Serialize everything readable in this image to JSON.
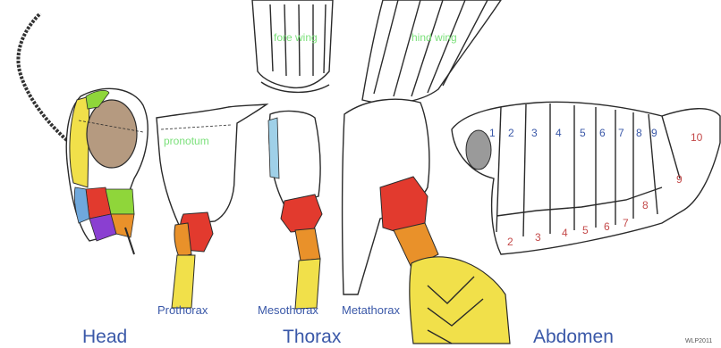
{
  "labels": {
    "head": "Head",
    "thorax": "Thorax",
    "abdomen": "Abdomen",
    "prothorax": "Prothorax",
    "mesothorax": "Mesothorax",
    "metathorax": "Metathorax",
    "pronotum": "pronotum",
    "fore_wing": "fore wing",
    "hind_wing": "hind wing",
    "credit": "WLP2011"
  },
  "tergites": [
    "1",
    "2",
    "3",
    "4",
    "5",
    "6",
    "7",
    "8",
    "9",
    "10"
  ],
  "sternites": [
    "2",
    "3",
    "4",
    "5",
    "6",
    "7",
    "8",
    "9"
  ],
  "colors": {
    "label_blue": "#3a58a8",
    "label_green": "#7be07a",
    "label_red": "#c44a4a",
    "sclerite_red": "#e23a2e",
    "sclerite_orange": "#e9912a",
    "leg_yellow": "#f1e04a",
    "eye_brown": "#b59a80",
    "head_green": "#8fd63a",
    "head_purple": "#8a3fd1",
    "head_blue": "#6fa8dc"
  }
}
